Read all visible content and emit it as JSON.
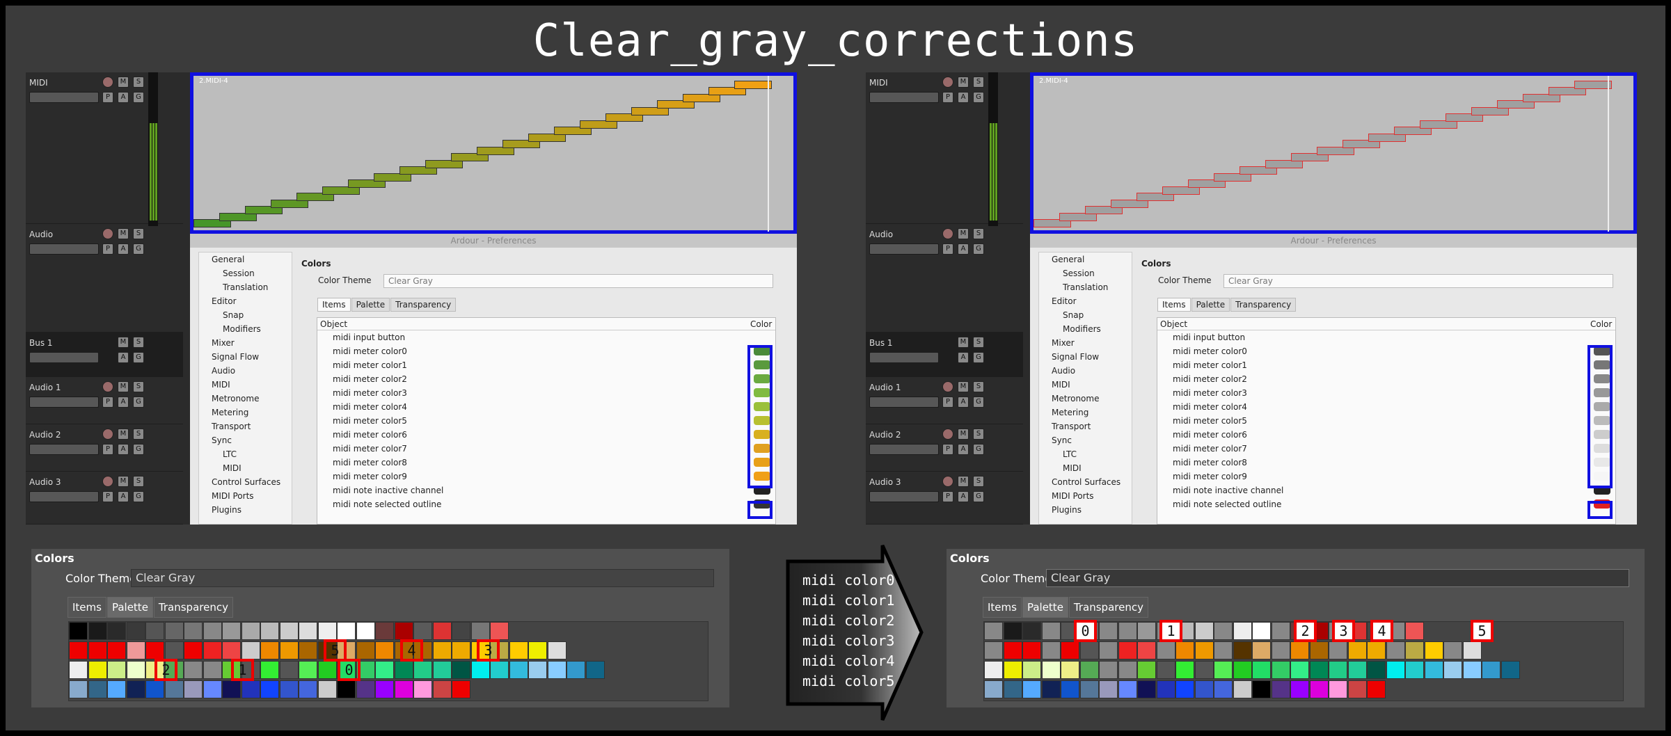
{
  "title": "Clear_gray_corrections",
  "tracks": [
    {
      "name": "MIDI",
      "buttons": [
        "M",
        "S",
        "P",
        "A",
        "G"
      ]
    },
    {
      "name": "Audio",
      "buttons": [
        "M",
        "S",
        "P",
        "A",
        "G"
      ]
    },
    {
      "name": "Bus 1",
      "buttons": [
        "M",
        "S",
        "A",
        "G"
      ]
    },
    {
      "name": "Audio 1",
      "buttons": [
        "M",
        "S",
        "P",
        "A",
        "G"
      ]
    },
    {
      "name": "Audio 2",
      "buttons": [
        "M",
        "S",
        "P",
        "A",
        "G"
      ]
    },
    {
      "name": "Audio 3",
      "buttons": [
        "M",
        "S",
        "P",
        "A",
        "G"
      ]
    }
  ],
  "region_label": "2.MIDI-4",
  "prefs": {
    "window_title": "Ardour - Preferences",
    "tree": [
      "General",
      "Session",
      "Translation",
      "Editor",
      "Snap",
      "Modifiers",
      "Mixer",
      "Signal Flow",
      "Audio",
      "MIDI",
      "Metronome",
      "Metering",
      "Transport",
      "Sync",
      "LTC",
      "MIDI",
      "Control Surfaces",
      "MIDI Ports",
      "Plugins"
    ],
    "heading": "Colors",
    "theme_label": "Color Theme",
    "theme_value": "Clear Gray",
    "tabs": [
      "Items",
      "Palette",
      "Transparency"
    ],
    "col_object": "Object",
    "col_color": "Color",
    "rows": [
      "midi input button",
      "midi meter color0",
      "midi meter color1",
      "midi meter color2",
      "midi meter color3",
      "midi meter color4",
      "midi meter color5",
      "midi meter color6",
      "midi meter color7",
      "midi meter color8",
      "midi meter color9",
      "midi note inactive channel",
      "midi note selected outline"
    ]
  },
  "left_swatches": [
    "#4a8a3a",
    "#5a9a3e",
    "#6aaa40",
    "#80bb40",
    "#9ac03a",
    "#b8c030",
    "#d8b020",
    "#e0a020",
    "#e8a018",
    "#f0a018",
    "#222222",
    "#333333"
  ],
  "right_swatches": [
    "#555555",
    "#777777",
    "#888888",
    "#999999",
    "#aaaaaa",
    "#bbbbbb",
    "#cccccc",
    "#dddddd",
    "#e8e8e8",
    "#f6f6f6",
    "#222222",
    "#e02020"
  ],
  "palette": {
    "heading": "Colors",
    "theme_label": "Color Theme",
    "theme_value": "Clear Gray",
    "tabs": [
      "Items",
      "Palette",
      "Transparency"
    ]
  },
  "left_markers": [
    "5",
    "4",
    "3",
    "2",
    "1",
    "0"
  ],
  "right_markers": [
    "0",
    "1",
    "2",
    "3",
    "4",
    "5"
  ],
  "arrow_lines": [
    "midi color0",
    "midi color1",
    "midi color2",
    "midi color3",
    "midi color4",
    "midi color5"
  ]
}
